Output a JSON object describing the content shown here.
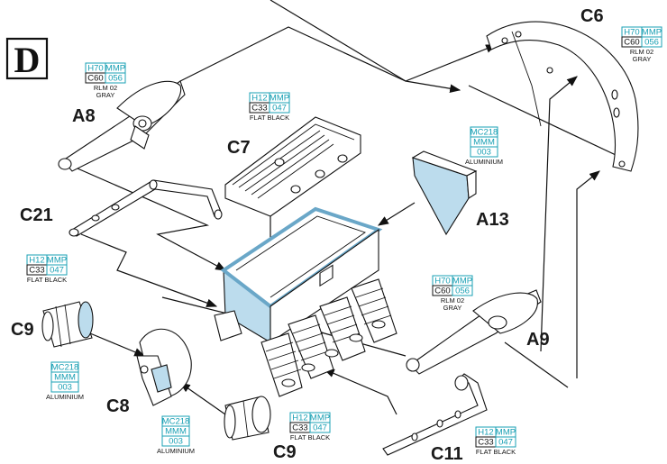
{
  "step": {
    "label": "D"
  },
  "parts": [
    {
      "id": "a8",
      "label": "A8"
    },
    {
      "id": "c6",
      "label": "C6"
    },
    {
      "id": "c7",
      "label": "C7"
    },
    {
      "id": "c21",
      "label": "C21"
    },
    {
      "id": "a13",
      "label": "A13"
    },
    {
      "id": "c9a",
      "label": "C9"
    },
    {
      "id": "c8",
      "label": "C8"
    },
    {
      "id": "a9",
      "label": "A9"
    },
    {
      "id": "c9b",
      "label": "C9"
    },
    {
      "id": "c11",
      "label": "C11"
    }
  ],
  "paint_chips": [
    {
      "id": "a8",
      "rows": [
        [
          "H70",
          "MMP"
        ],
        [
          "C60",
          "056"
        ]
      ],
      "name": [
        "RLM 02",
        "GRAY"
      ]
    },
    {
      "id": "c6",
      "rows": [
        [
          "H70",
          "MMP"
        ],
        [
          "C60",
          "056"
        ]
      ],
      "name": [
        "RLM 02",
        "GRAY"
      ]
    },
    {
      "id": "c7",
      "rows": [
        [
          "H12",
          "MMP"
        ],
        [
          "C33",
          "047"
        ]
      ],
      "name": [
        "FLAT BLACK"
      ]
    },
    {
      "id": "a13",
      "rows": [
        [
          "MC218"
        ],
        [
          "MMM"
        ],
        [
          "003"
        ]
      ],
      "name": [
        "ALUMINIUM"
      ]
    },
    {
      "id": "c21",
      "rows": [
        [
          "H12",
          "MMP"
        ],
        [
          "C33",
          "047"
        ]
      ],
      "name": [
        "FLAT BLACK"
      ]
    },
    {
      "id": "a9",
      "rows": [
        [
          "H70",
          "MMP"
        ],
        [
          "C60",
          "056"
        ]
      ],
      "name": [
        "RLM 02",
        "GRAY"
      ]
    },
    {
      "id": "c9a",
      "rows": [
        [
          "MC218"
        ],
        [
          "MMM"
        ],
        [
          "003"
        ]
      ],
      "name": [
        "ALUMINIUM"
      ]
    },
    {
      "id": "c8",
      "rows": [
        [
          "MC218"
        ],
        [
          "MMM"
        ],
        [
          "003"
        ]
      ],
      "name": [
        "ALUMINIUM"
      ]
    },
    {
      "id": "c9b",
      "rows": [
        [
          "H12",
          "MMP"
        ],
        [
          "C33",
          "047"
        ]
      ],
      "name": [
        "FLAT BLACK"
      ]
    },
    {
      "id": "c11",
      "rows": [
        [
          "H12",
          "MMP"
        ],
        [
          "C33",
          "047"
        ]
      ],
      "name": [
        "FLAT BLACK"
      ]
    }
  ],
  "colors": {
    "chip_code": "#1aa0b4",
    "part_fill_highlight": "#bcdced",
    "ink": "#111111"
  }
}
